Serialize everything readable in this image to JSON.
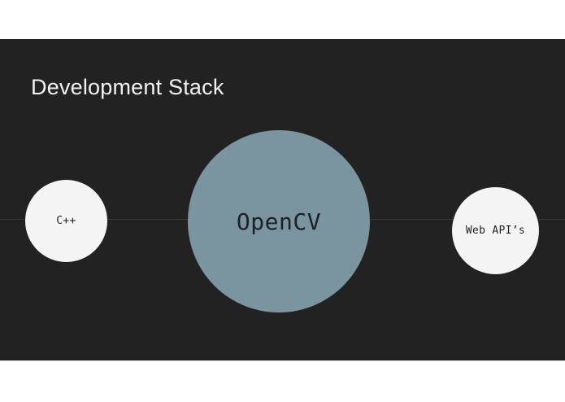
{
  "slide": {
    "title": "Development Stack",
    "background_color": "#222222",
    "page_background_color": "#ffffff",
    "title_color": "#f2f2f2"
  },
  "diagram": {
    "type": "node-chain",
    "connector_color": "#3a3a3a",
    "nodes": [
      {
        "id": "cpp",
        "label": "C++",
        "fill": "#f4f4f4",
        "text_color": "#1f2428",
        "role": "secondary"
      },
      {
        "id": "opencv",
        "label": "OpenCV",
        "fill": "#7a94a0",
        "text_color": "#1b2127",
        "role": "primary"
      },
      {
        "id": "webapis",
        "label": "Web API’s",
        "fill": "#f4f4f4",
        "text_color": "#1f2428",
        "role": "secondary"
      }
    ]
  }
}
